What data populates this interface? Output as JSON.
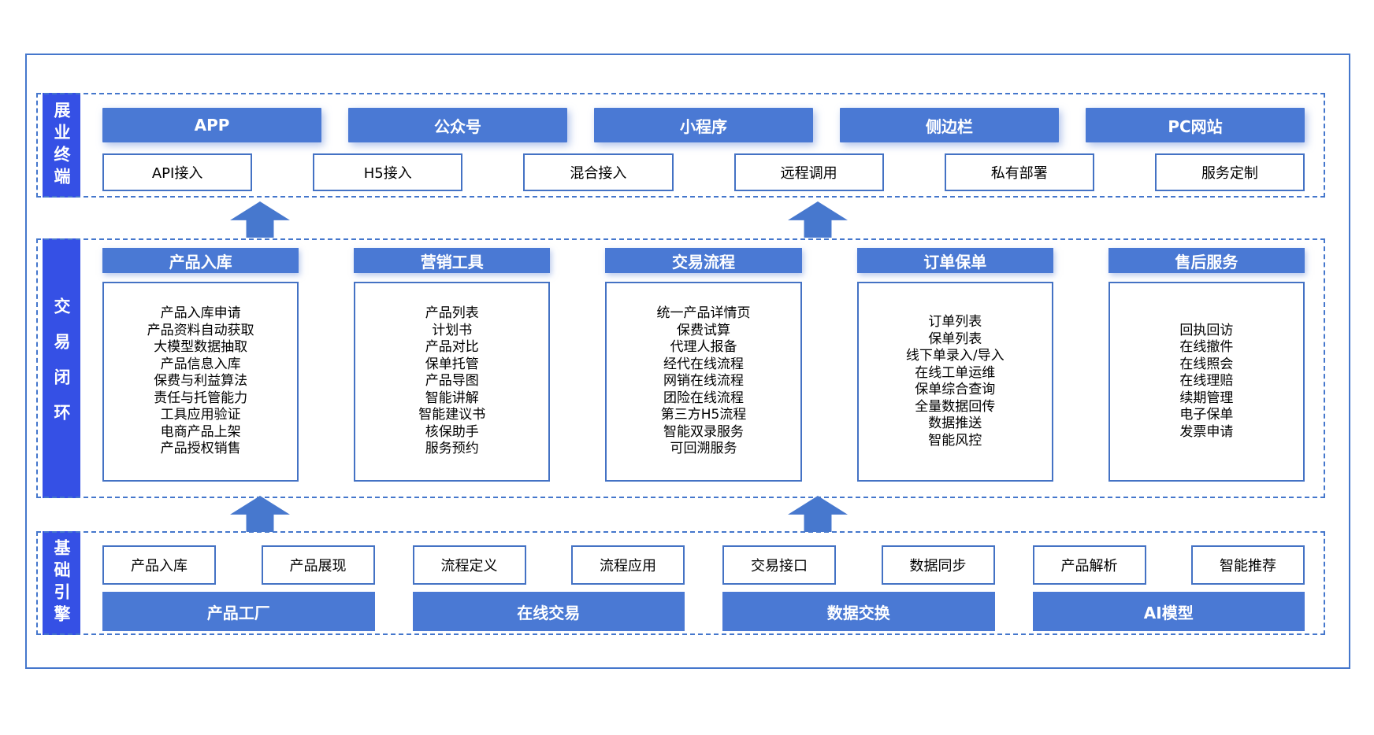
{
  "colors": {
    "accent_fill": "#4a79d4",
    "tab_fill": "#3550e5",
    "line_blue": "#4472c4"
  },
  "bands": {
    "terminal": {
      "label": "展业终端",
      "channels": [
        "APP",
        "公众号",
        "小程序",
        "侧边栏",
        "PC网站"
      ],
      "access": [
        "API接入",
        "H5接入",
        "混合接入",
        "远程调用",
        "私有部署",
        "服务定制"
      ]
    },
    "loop": {
      "label": "交易闭环",
      "columns": [
        {
          "header": "产品入库",
          "items": [
            "产品入库申请",
            "产品资料自动获取",
            "大模型数据抽取",
            "产品信息入库",
            "保费与利益算法",
            "责任与托管能力",
            "工具应用验证",
            "电商产品上架",
            "产品授权销售"
          ]
        },
        {
          "header": "营销工具",
          "items": [
            "产品列表",
            "计划书",
            "产品对比",
            "保单托管",
            "产品导图",
            "智能讲解",
            "智能建议书",
            "核保助手",
            "服务预约"
          ]
        },
        {
          "header": "交易流程",
          "items": [
            "统一产品详情页",
            "保费试算",
            "代理人报备",
            "经代在线流程",
            "网销在线流程",
            "团险在线流程",
            "第三方H5流程",
            "智能双录服务",
            "可回溯服务"
          ]
        },
        {
          "header": "订单保单",
          "items": [
            "订单列表",
            "保单列表",
            "线下单录入/导入",
            "在线工单运维",
            "保单综合查询",
            "全量数据回传",
            "数据推送",
            "智能风控"
          ]
        },
        {
          "header": "售后服务",
          "items": [
            "回执回访",
            "在线撤件",
            "在线照会",
            "在线理赔",
            "续期管理",
            "电子保单",
            "发票申请"
          ]
        }
      ]
    },
    "engine": {
      "label": "基础引擎",
      "groups": [
        {
          "boxes": [
            "产品入库",
            "产品展现"
          ],
          "bar": "产品工厂"
        },
        {
          "boxes": [
            "流程定义",
            "流程应用"
          ],
          "bar": "在线交易"
        },
        {
          "boxes": [
            "交易接口",
            "数据同步"
          ],
          "bar": "数据交换"
        },
        {
          "boxes": [
            "产品解析",
            "智能推荐"
          ],
          "bar": "AI模型"
        }
      ]
    }
  }
}
